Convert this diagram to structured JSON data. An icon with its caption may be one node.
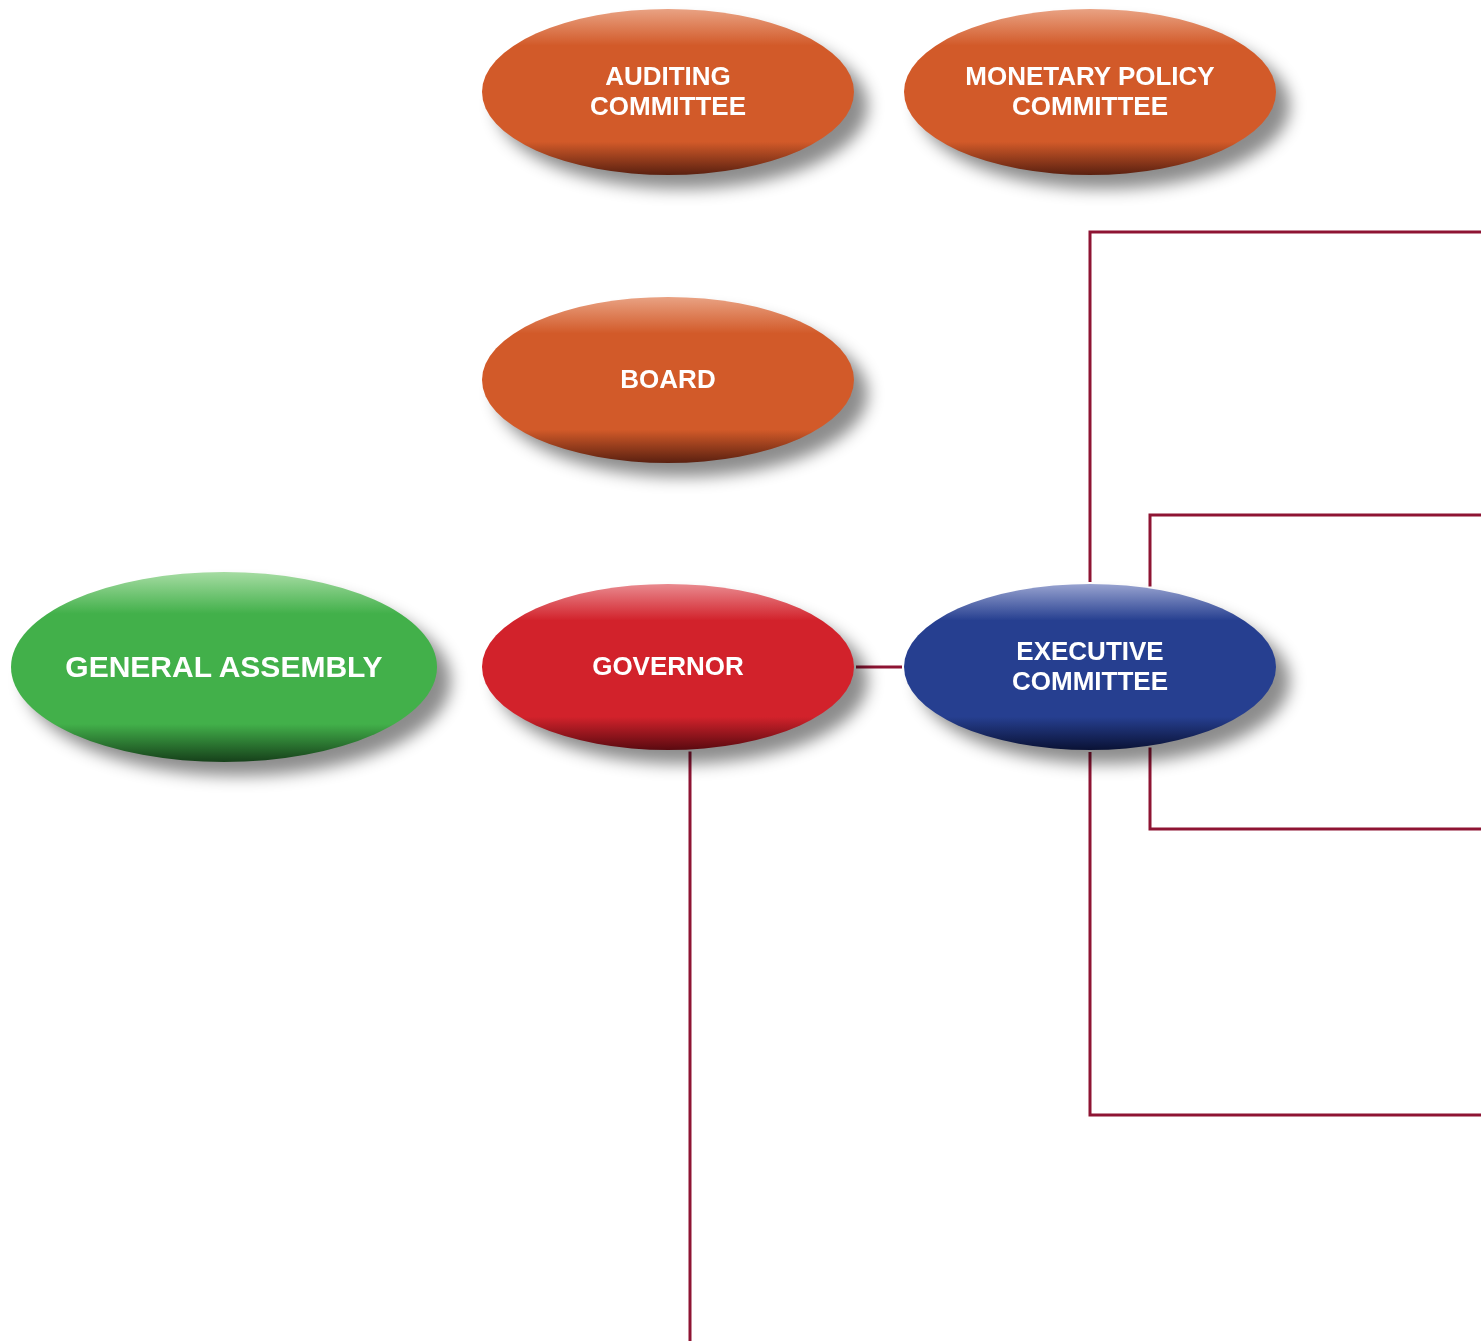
{
  "diagram": {
    "nodes": [
      {
        "text": [
          "AUDITING COMMITTEE"
        ]
      },
      {
        "text": [
          "MONETARY POLICY COMMITTEE"
        ]
      },
      {
        "text": [
          "BOARD"
        ]
      },
      {
        "text": [
          "GENERAL ASSEMBLY"
        ]
      },
      {
        "text": [
          "GOVERNOR"
        ]
      },
      {
        "text": [
          "EXECUTIVE COMMITTEE"
        ]
      }
    ],
    "edges": [
      {
        "from": 4,
        "to": 5,
        "arrow": "none"
      },
      {
        "from": 4,
        "to": null,
        "arrow": "none"
      },
      {
        "from": 5,
        "to": null,
        "arrow": "none"
      },
      {
        "from": 5,
        "to": null,
        "arrow": "none"
      },
      {
        "from": 5,
        "to": null,
        "arrow": "none"
      },
      {
        "from": 5,
        "to": null,
        "arrow": "none"
      }
    ]
  }
}
